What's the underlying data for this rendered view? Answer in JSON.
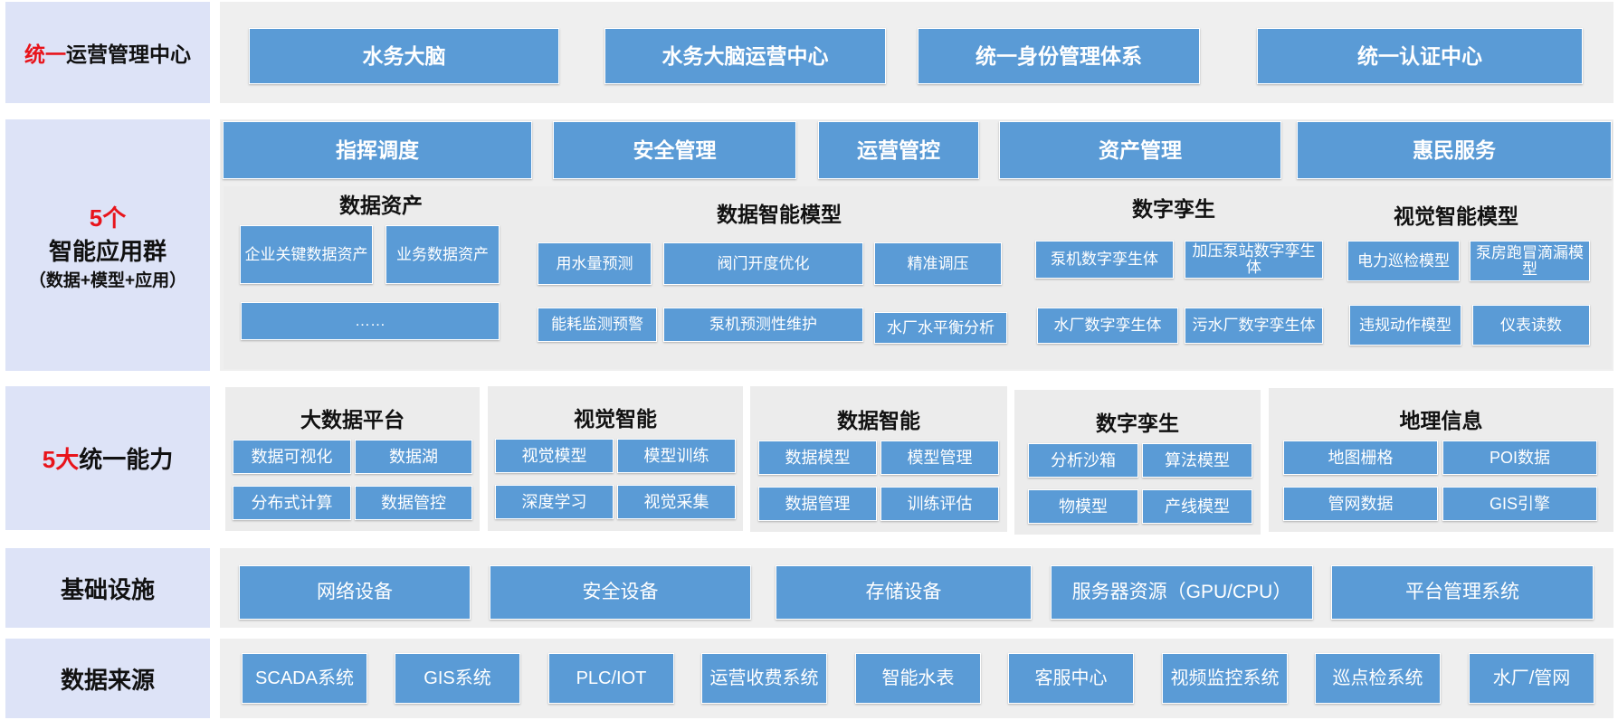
{
  "row_top": {
    "label_prefix": "统一",
    "label_rest": "运营管理中心",
    "items": [
      "水务大脑",
      "水务大脑运营中心",
      "统一身份管理体系",
      "统一认证中心"
    ]
  },
  "row_apps": {
    "label_count": "5个",
    "label_main": "智能应用群",
    "label_sub": "（数据+模型+应用）",
    "top_items": [
      "指挥调度",
      "安全管理",
      "运营管控",
      "资产管理",
      "惠民服务"
    ],
    "groups": [
      {
        "title": "数据资产",
        "items": [
          "企业关键数据资产",
          "业务数据资产",
          "……"
        ]
      },
      {
        "title": "数据智能模型",
        "items": [
          "用水量预测",
          "阀门开度优化",
          "精准调压",
          "能耗监测预警",
          "泵机预测性维护",
          "水厂水平衡分析"
        ]
      },
      {
        "title": "数字孪生",
        "items": [
          "泵机数字孪生体",
          "加压泵站数字孪生体",
          "水厂数字孪生体",
          "污水厂数字孪生体"
        ]
      },
      {
        "title": "视觉智能模型",
        "items": [
          "电力巡检模型",
          "泵房跑冒滴漏模型",
          "违规动作模型",
          "仪表读数"
        ]
      }
    ]
  },
  "row_capabilities": {
    "label_count": "5大",
    "label_rest": "统一能力",
    "groups": [
      {
        "title": "大数据平台",
        "items": [
          "数据可视化",
          "数据湖",
          "分布式计算",
          "数据管控"
        ]
      },
      {
        "title": "视觉智能",
        "items": [
          "视觉模型",
          "模型训练",
          "深度学习",
          "视觉采集"
        ]
      },
      {
        "title": "数据智能",
        "items": [
          "数据模型",
          "模型管理",
          "数据管理",
          "训练评估"
        ]
      },
      {
        "title": "数字孪生",
        "items": [
          "分析沙箱",
          "算法模型",
          "物模型",
          "产线模型"
        ]
      },
      {
        "title": "地理信息",
        "items": [
          "地图栅格",
          "POI数据",
          "管网数据",
          "GIS引擎"
        ]
      }
    ]
  },
  "row_infra": {
    "label": "基础设施",
    "items": [
      "网络设备",
      "安全设备",
      "存储设备",
      "服务器资源（GPU/CPU）",
      "平台管理系统"
    ]
  },
  "row_sources": {
    "label": "数据来源",
    "items": [
      "SCADA系统",
      "GIS系统",
      "PLC/IOT",
      "运营收费系统",
      "智能水表",
      "客服中心",
      "视频监控系统",
      "巡点检系统",
      "水厂/管网"
    ]
  },
  "colors": {
    "box": "#5a9bd6",
    "label_panel": "#dde3f7",
    "accent_red": "#e8141b",
    "row_bg": "#efefef"
  }
}
